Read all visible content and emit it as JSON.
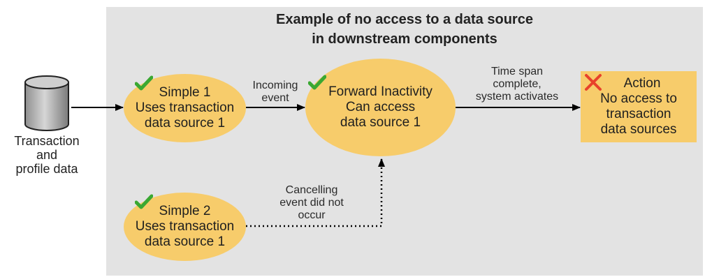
{
  "title": {
    "line1": "Example of no access to a data source",
    "line2": "in downstream components"
  },
  "database": {
    "icon": "database-icon",
    "label_line1": "Transaction",
    "label_line2": "and",
    "label_line3": "profile data"
  },
  "simple1": {
    "line1": "Simple 1",
    "line2": "Uses transaction",
    "line3": "data source 1",
    "status_icon": "checkmark-icon"
  },
  "simple2": {
    "line1": "Simple 2",
    "line2": "Uses transaction",
    "line3": "data source 1",
    "status_icon": "checkmark-icon"
  },
  "forward_inactivity": {
    "line1": "Forward Inactivity",
    "line2": "Can access",
    "line3": "data source 1",
    "status_icon": "checkmark-icon"
  },
  "action": {
    "line1": "Action",
    "line2": "No access to",
    "line3": "transaction",
    "line4": "data sources",
    "status_icon": "x-mark-icon"
  },
  "edges": {
    "incoming_event": {
      "line1": "Incoming",
      "line2": "event"
    },
    "time_span": {
      "line1": "Time span",
      "line2": "complete,",
      "line3": "system activates"
    },
    "cancelling": {
      "line1": "Cancelling",
      "line2": "event did not",
      "line3": "occur"
    }
  },
  "colors": {
    "panel": "#e3e3e3",
    "node_fill": "#f7cc6b",
    "check": "#3aa832",
    "xmark": "#e8422b",
    "line": "#000000"
  }
}
